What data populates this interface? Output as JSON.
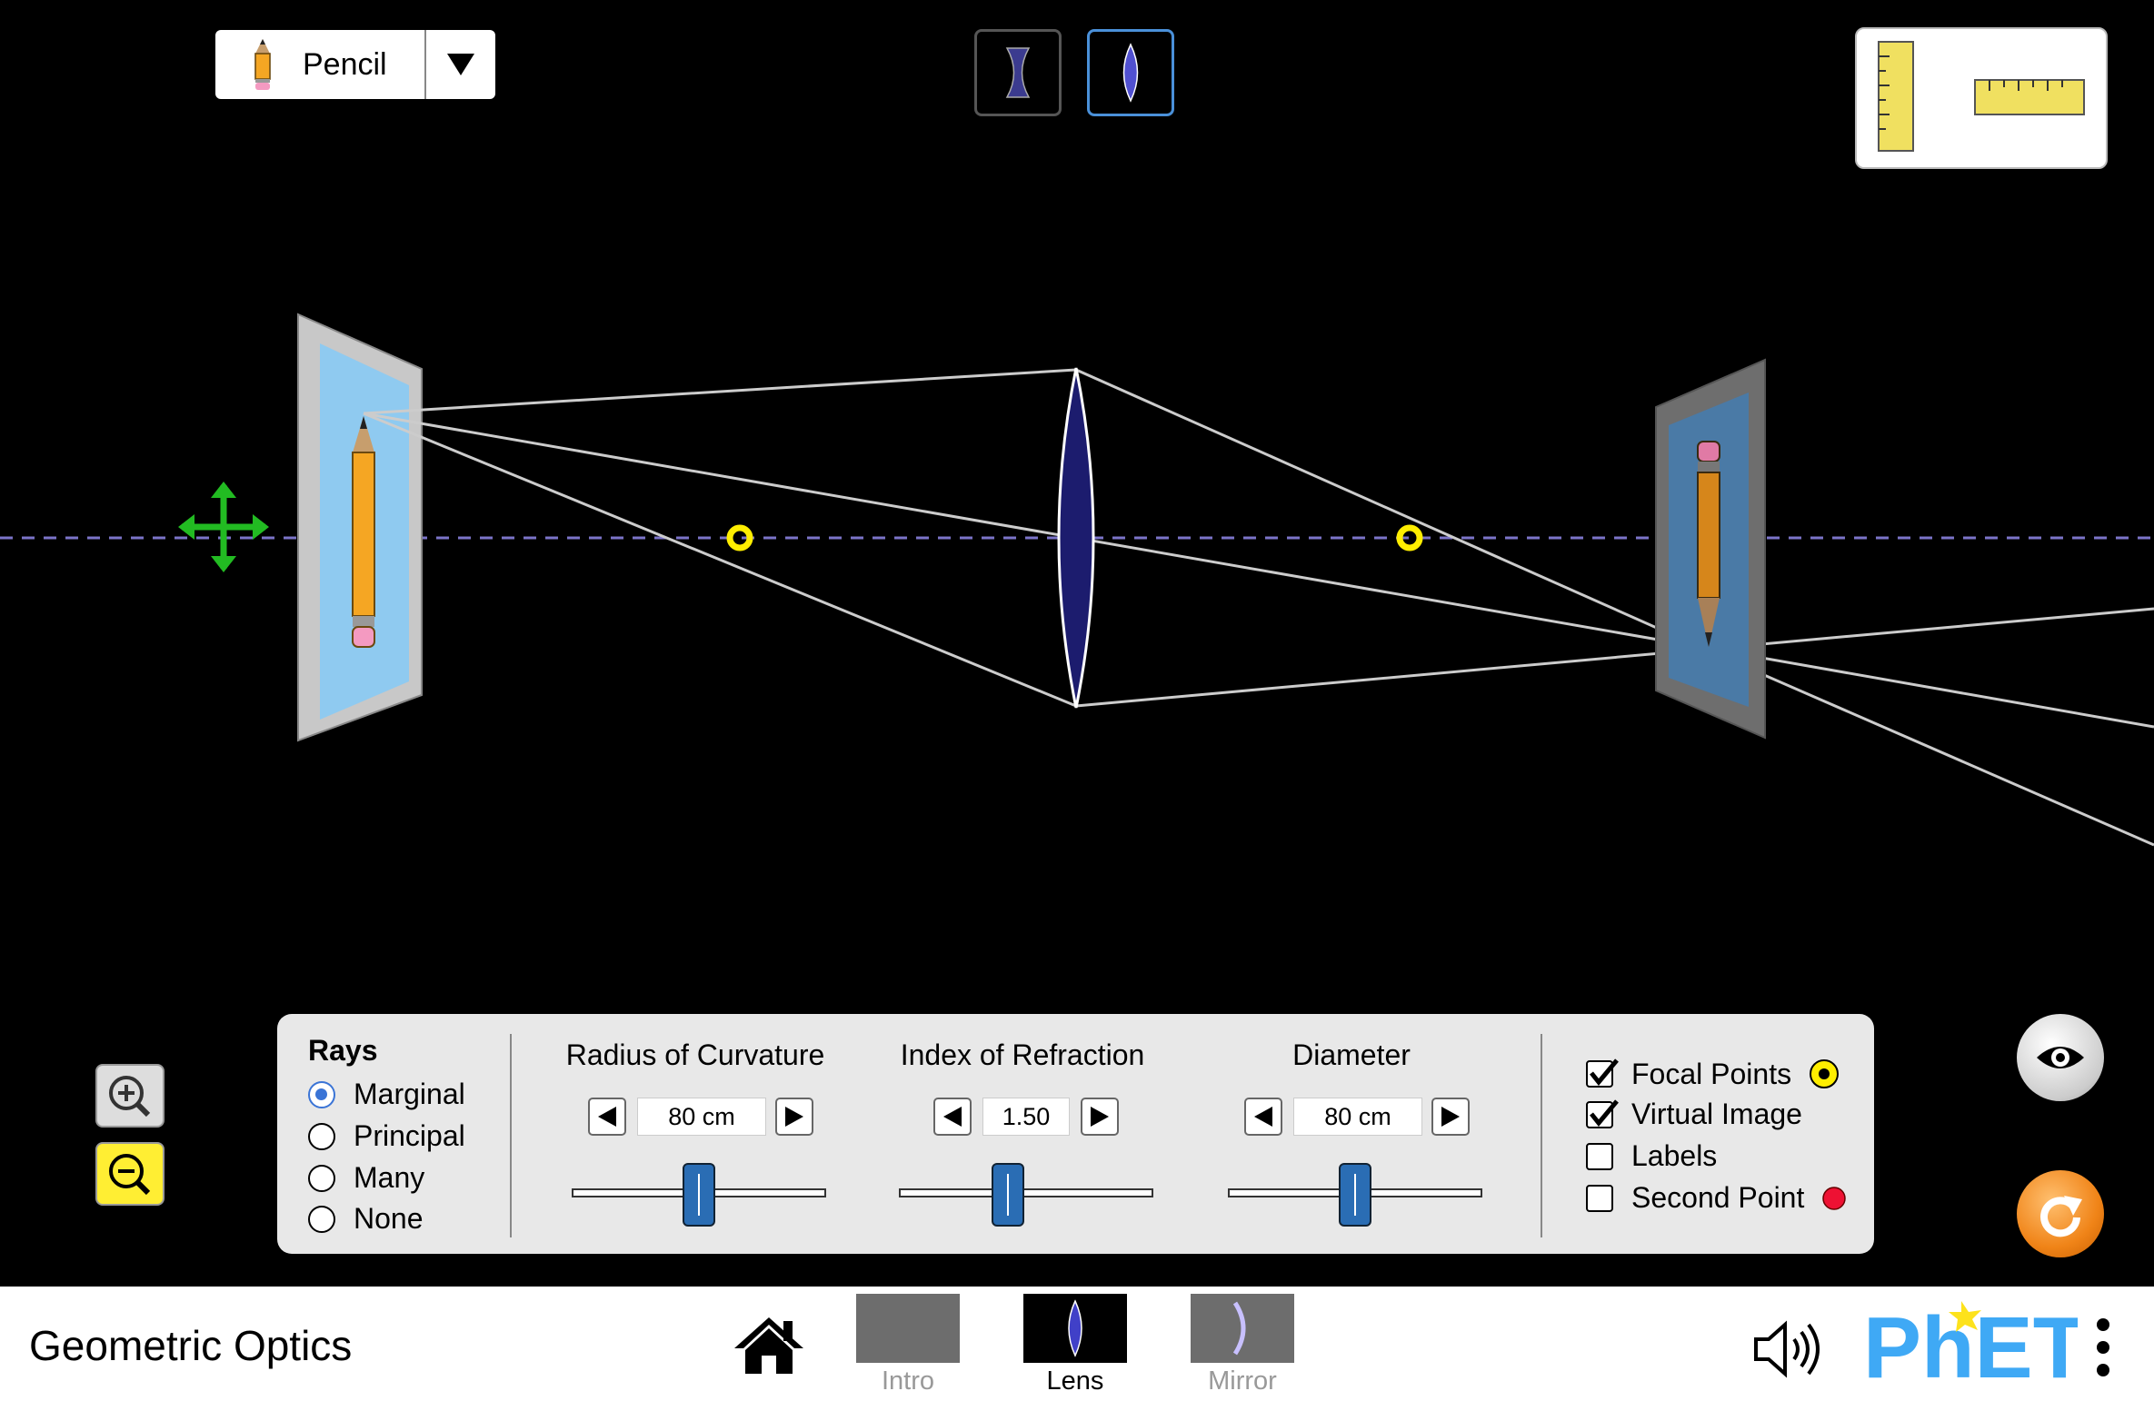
{
  "object_selector": {
    "label": "Pencil",
    "icon": "pencil-icon"
  },
  "lens_types": [
    {
      "name": "concave",
      "icon": "concave-lens-icon",
      "selected": false
    },
    {
      "name": "convex",
      "icon": "convex-lens-icon",
      "selected": true
    }
  ],
  "toolbox": {
    "tools": [
      "vertical-ruler-icon",
      "horizontal-ruler-icon"
    ]
  },
  "rays": {
    "title": "Rays",
    "options": [
      "Marginal",
      "Principal",
      "Many",
      "None"
    ],
    "selected": "Marginal"
  },
  "controls": [
    {
      "title": "Radius of Curvature",
      "value": "80 cm",
      "fraction": 0.5
    },
    {
      "title": "Index of Refraction",
      "value": "1.50",
      "fraction": 0.43
    },
    {
      "title": "Diameter",
      "value": "80 cm",
      "fraction": 0.5
    }
  ],
  "checkboxes": [
    {
      "label": "Focal Points",
      "checked": true,
      "marker": "yellow-focal-marker"
    },
    {
      "label": "Virtual Image",
      "checked": true
    },
    {
      "label": "Labels",
      "checked": false
    },
    {
      "label": "Second Point",
      "checked": false,
      "marker": "red-point-marker"
    }
  ],
  "navbar": {
    "title": "Geometric Optics",
    "screens": [
      {
        "label": "Intro",
        "active": false
      },
      {
        "label": "Lens",
        "active": true
      },
      {
        "label": "Mirror",
        "active": false
      }
    ],
    "logo": "PhET"
  },
  "colors": {
    "optical_axis": "#7b74c9",
    "focal_point": "#ffee00",
    "lens": "#1c1c6e",
    "ray": "#cccccc",
    "move_handle": "#22bb22",
    "slider_thumb": "#2a6db4",
    "reset": "#f08418",
    "phet_blue": "#3fa9f5"
  }
}
